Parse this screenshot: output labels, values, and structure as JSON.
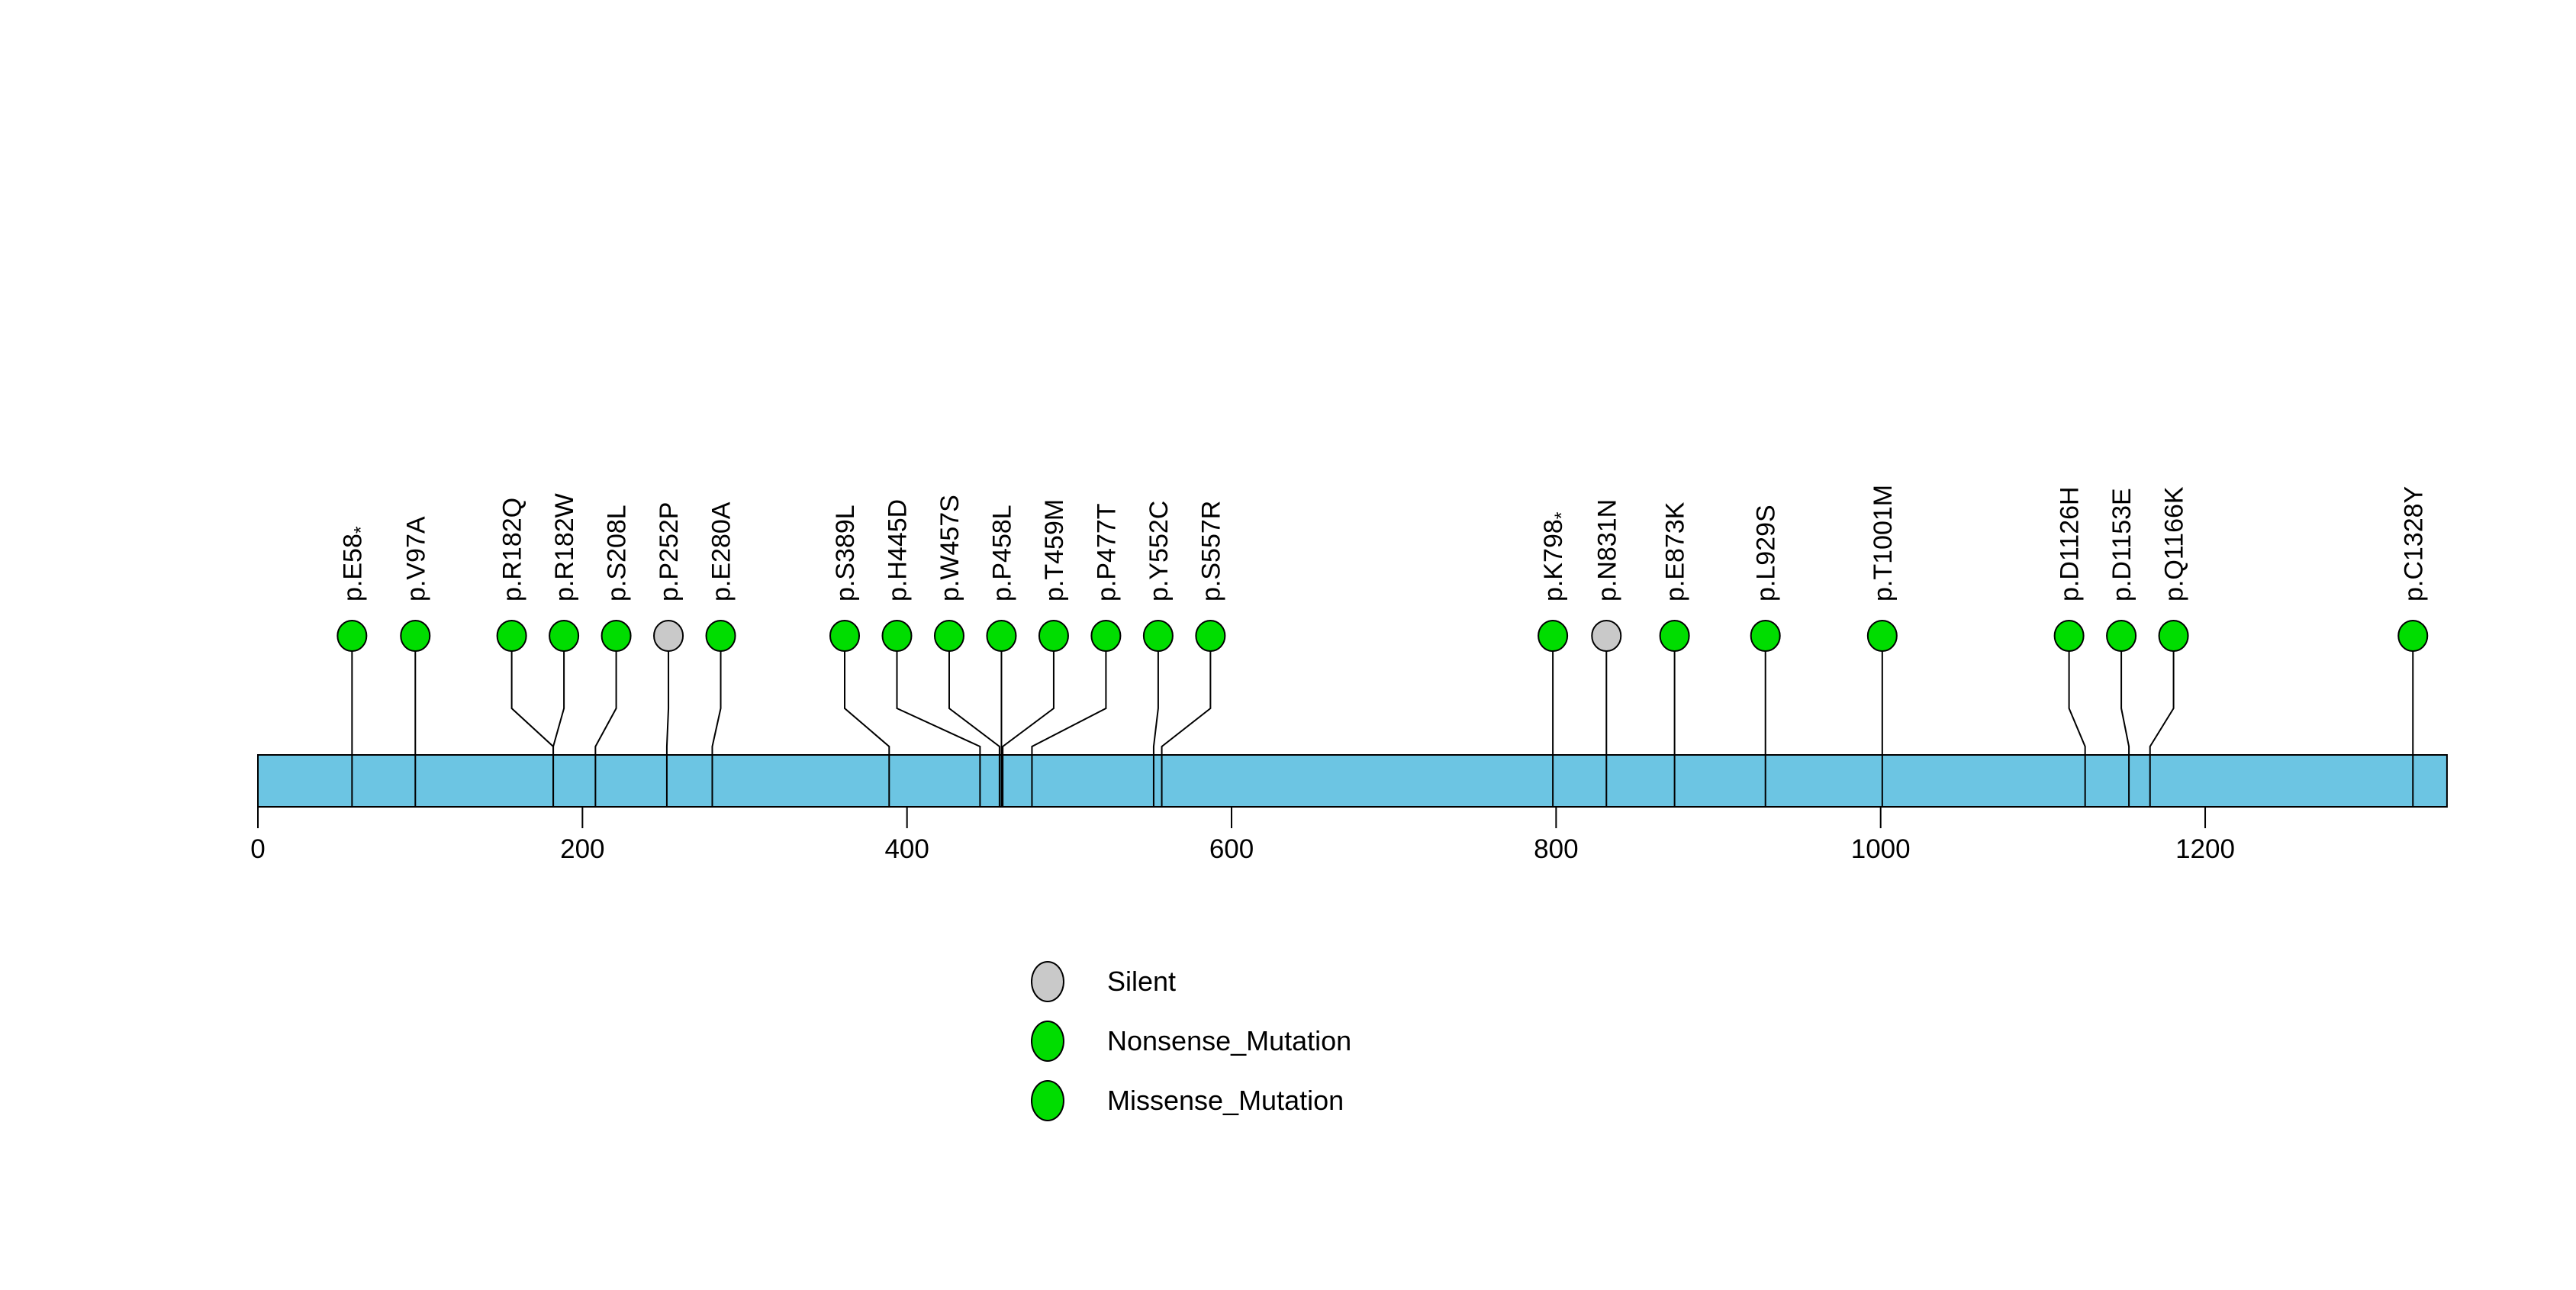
{
  "figure": {
    "background": "#FFFFFF"
  },
  "chart_data": {
    "type": "lollipop",
    "title": "",
    "xlabel": "",
    "ylabel": "",
    "axis": {
      "xlim": [
        0,
        1349
      ],
      "ticks": [
        0,
        200,
        400,
        600,
        800,
        1000,
        1200
      ],
      "tick_labels": [
        "0",
        "200",
        "400",
        "600",
        "800",
        "1000",
        "1200"
      ]
    },
    "backbone_color": "#6CC5E3",
    "backbone_stroke": "#000000",
    "type_colors": {
      "Missense_Mutation": "#00DD00",
      "Nonsense_Mutation": "#00DD00",
      "Silent": "#C9C9C9"
    },
    "mutations": [
      {
        "label": "p.E58*",
        "pos": 58,
        "label_pos": 58,
        "type": "Nonsense_Mutation"
      },
      {
        "label": "p.V97A",
        "pos": 97,
        "label_pos": 97,
        "type": "Missense_Mutation"
      },
      {
        "label": "p.R182Q",
        "pos": 182,
        "label_pos": 156.4,
        "type": "Missense_Mutation"
      },
      {
        "label": "p.R182W",
        "pos": 182,
        "label_pos": 188.6,
        "type": "Missense_Mutation"
      },
      {
        "label": "p.S208L",
        "pos": 208,
        "label_pos": 220.8,
        "type": "Missense_Mutation"
      },
      {
        "label": "p.P252P",
        "pos": 252,
        "label_pos": 253.0,
        "type": "Silent"
      },
      {
        "label": "p.E280A",
        "pos": 280,
        "label_pos": 285.2,
        "type": "Missense_Mutation"
      },
      {
        "label": "p.S389L",
        "pos": 389,
        "label_pos": 361.6,
        "type": "Missense_Mutation"
      },
      {
        "label": "p.H445D",
        "pos": 445,
        "label_pos": 393.8,
        "type": "Missense_Mutation"
      },
      {
        "label": "p.W457S",
        "pos": 457,
        "label_pos": 426.0,
        "type": "Missense_Mutation"
      },
      {
        "label": "p.P458L",
        "pos": 458,
        "label_pos": 458.2,
        "type": "Missense_Mutation"
      },
      {
        "label": "p.T459M",
        "pos": 459,
        "label_pos": 490.4,
        "type": "Missense_Mutation"
      },
      {
        "label": "p.P477T",
        "pos": 477,
        "label_pos": 522.6,
        "type": "Missense_Mutation"
      },
      {
        "label": "p.Y552C",
        "pos": 552,
        "label_pos": 554.8,
        "type": "Missense_Mutation"
      },
      {
        "label": "p.S557R",
        "pos": 557,
        "label_pos": 587.0,
        "type": "Missense_Mutation"
      },
      {
        "label": "p.K798*",
        "pos": 798,
        "label_pos": 798,
        "type": "Nonsense_Mutation"
      },
      {
        "label": "p.N831N",
        "pos": 831,
        "label_pos": 831,
        "type": "Silent"
      },
      {
        "label": "p.E873K",
        "pos": 873,
        "label_pos": 873,
        "type": "Missense_Mutation"
      },
      {
        "label": "p.L929S",
        "pos": 929,
        "label_pos": 929,
        "type": "Missense_Mutation"
      },
      {
        "label": "p.T1001M",
        "pos": 1001,
        "label_pos": 1001,
        "type": "Missense_Mutation"
      },
      {
        "label": "p.D1126H",
        "pos": 1126,
        "label_pos": 1116.1,
        "type": "Missense_Mutation"
      },
      {
        "label": "p.D1153E",
        "pos": 1153,
        "label_pos": 1148.3,
        "type": "Missense_Mutation"
      },
      {
        "label": "p.Q1166K",
        "pos": 1166,
        "label_pos": 1180.5,
        "type": "Missense_Mutation"
      },
      {
        "label": "p.C1328Y",
        "pos": 1328,
        "label_pos": 1328,
        "type": "Missense_Mutation"
      }
    ],
    "legend": [
      {
        "label": "Silent",
        "color": "#C9C9C9"
      },
      {
        "label": "Nonsense_Mutation",
        "color": "#00DD00"
      },
      {
        "label": "Missense_Mutation",
        "color": "#00DD00"
      }
    ],
    "legend_position": "bottom-center-left",
    "grid": false
  }
}
